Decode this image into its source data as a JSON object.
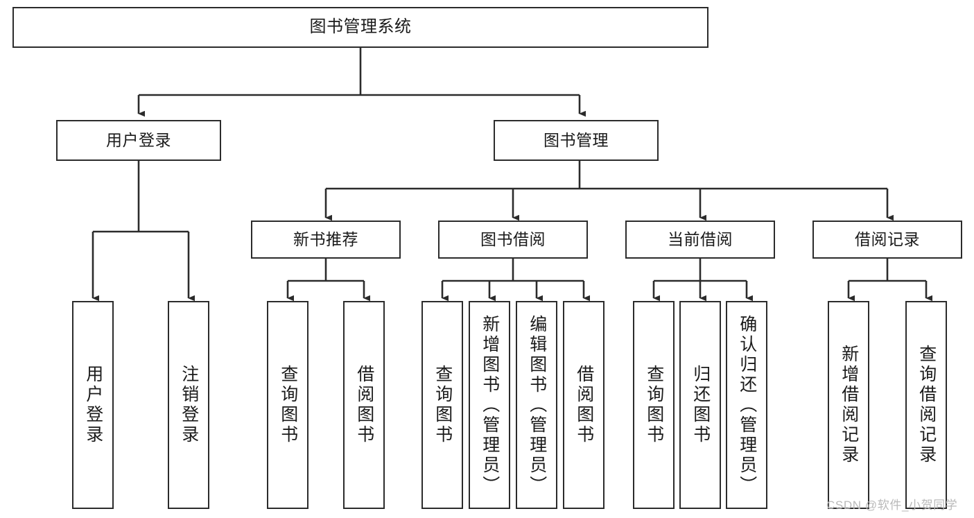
{
  "diagram": {
    "title": "图书管理系统",
    "type": "功能结构图",
    "watermark": "CSDN @软件_小贺同学",
    "colors": {
      "stroke": "#2b2b2b",
      "fill": "#ffffff",
      "text": "#1a1a1a",
      "watermark": "#b9b9b9"
    },
    "nodes": {
      "root": {
        "label": "图书管理系统",
        "level": 0,
        "orientation": "horizontal"
      },
      "user_login": {
        "label": "用户登录",
        "level": 1,
        "orientation": "horizontal"
      },
      "book_manage": {
        "label": "图书管理",
        "level": 1,
        "orientation": "horizontal"
      },
      "new_book_rec": {
        "label": "新书推荐",
        "level": 2,
        "orientation": "horizontal"
      },
      "book_borrow": {
        "label": "图书借阅",
        "level": 2,
        "orientation": "horizontal"
      },
      "current_borrow": {
        "label": "当前借阅",
        "level": 2,
        "orientation": "horizontal"
      },
      "borrow_record": {
        "label": "借阅记录",
        "level": 2,
        "orientation": "horizontal"
      },
      "leaf_user_login": {
        "label": "用户登录",
        "level": 3,
        "orientation": "vertical"
      },
      "leaf_logout": {
        "label": "注销登录",
        "level": 3,
        "orientation": "vertical"
      },
      "leaf_query_book_1": {
        "label": "查询图书",
        "level": 3,
        "orientation": "vertical"
      },
      "leaf_borrow_book_1": {
        "label": "借阅图书",
        "level": 3,
        "orientation": "vertical"
      },
      "leaf_query_book_2": {
        "label": "查询图书",
        "level": 3,
        "orientation": "vertical"
      },
      "leaf_add_book": {
        "label": "新增图书（管理员）",
        "level": 3,
        "orientation": "vertical"
      },
      "leaf_edit_book": {
        "label": "编辑图书（管理员）",
        "level": 3,
        "orientation": "vertical"
      },
      "leaf_borrow_book_2": {
        "label": "借阅图书",
        "level": 3,
        "orientation": "vertical"
      },
      "leaf_query_book_3": {
        "label": "查询图书",
        "level": 3,
        "orientation": "vertical"
      },
      "leaf_return_book": {
        "label": "归还图书",
        "level": 3,
        "orientation": "vertical"
      },
      "leaf_confirm_return": {
        "label": "确认归还（管理员）",
        "level": 3,
        "orientation": "vertical"
      },
      "leaf_add_record": {
        "label": "新增借阅记录",
        "level": 3,
        "orientation": "vertical"
      },
      "leaf_query_record": {
        "label": "查询借阅记录",
        "level": 3,
        "orientation": "vertical"
      }
    },
    "edges": [
      {
        "from": "root",
        "to": "user_login"
      },
      {
        "from": "root",
        "to": "book_manage"
      },
      {
        "from": "user_login",
        "to": "leaf_user_login"
      },
      {
        "from": "user_login",
        "to": "leaf_logout"
      },
      {
        "from": "book_manage",
        "to": "new_book_rec"
      },
      {
        "from": "book_manage",
        "to": "book_borrow"
      },
      {
        "from": "book_manage",
        "to": "current_borrow"
      },
      {
        "from": "book_manage",
        "to": "borrow_record"
      },
      {
        "from": "new_book_rec",
        "to": "leaf_query_book_1"
      },
      {
        "from": "new_book_rec",
        "to": "leaf_borrow_book_1"
      },
      {
        "from": "book_borrow",
        "to": "leaf_query_book_2"
      },
      {
        "from": "book_borrow",
        "to": "leaf_add_book"
      },
      {
        "from": "book_borrow",
        "to": "leaf_edit_book"
      },
      {
        "from": "book_borrow",
        "to": "leaf_borrow_book_2"
      },
      {
        "from": "current_borrow",
        "to": "leaf_query_book_3"
      },
      {
        "from": "current_borrow",
        "to": "leaf_return_book"
      },
      {
        "from": "current_borrow",
        "to": "leaf_confirm_return"
      },
      {
        "from": "borrow_record",
        "to": "leaf_add_record"
      },
      {
        "from": "borrow_record",
        "to": "leaf_query_record"
      }
    ]
  }
}
